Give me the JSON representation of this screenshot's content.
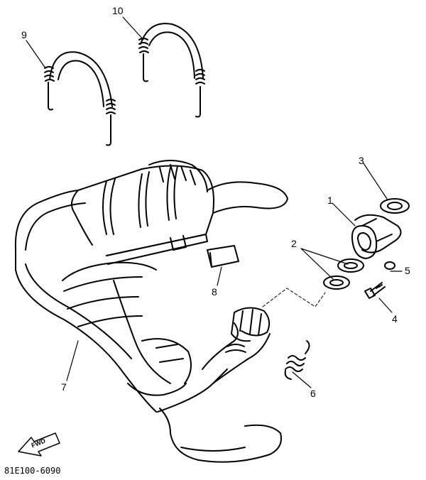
{
  "diagram": {
    "callouts": [
      {
        "id": "c1",
        "label": "1"
      },
      {
        "id": "c2",
        "label": "2"
      },
      {
        "id": "c3",
        "label": "3"
      },
      {
        "id": "c4",
        "label": "4"
      },
      {
        "id": "c5",
        "label": "5"
      },
      {
        "id": "c6",
        "label": "6"
      },
      {
        "id": "c7",
        "label": "7"
      },
      {
        "id": "c8",
        "label": "8"
      },
      {
        "id": "c9",
        "label": "9"
      },
      {
        "id": "c10",
        "label": "10"
      }
    ],
    "direction_arrow": "FWD",
    "figure_code": "81E100-6090"
  }
}
